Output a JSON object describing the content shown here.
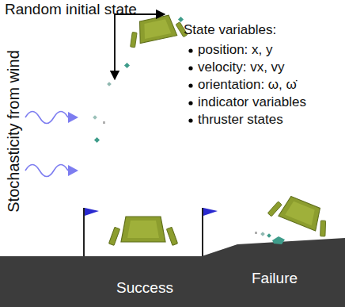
{
  "diagram": {
    "labels": [
      "Random initial state",
      "Stochasticity from wind",
      "State variables:",
      "position: x, y",
      "velocity: vx, vy",
      "orientation: ω, ω̇",
      "indicator variables",
      "thruster states",
      "Success",
      "Failure"
    ]
  }
}
